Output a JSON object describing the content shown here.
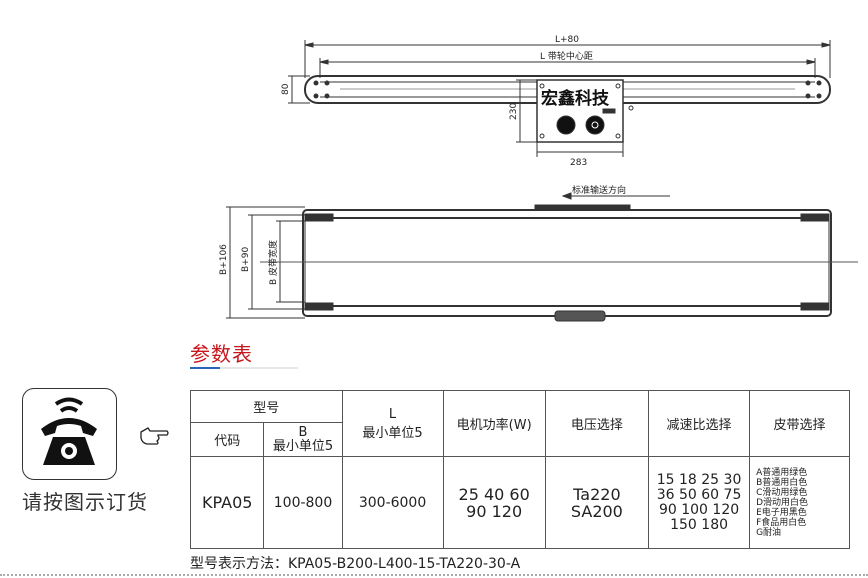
{
  "drawing": {
    "dim_total": "L+80",
    "dim_center": "L 带轮中心距",
    "dim_height_80": "80",
    "dim_230": "230",
    "dim_283": "283",
    "brand": "宏鑫科技",
    "direction": "标准输送方向",
    "dim_b106": "B+106",
    "dim_b90": "B+90",
    "dim_b": "B 皮带宽度"
  },
  "section_title": "参数表",
  "contact": {
    "order_text": "请按图示订货",
    "icon": "telephone-icon",
    "pointer_icon": "pointing-hand-icon"
  },
  "table": {
    "h_model": "型号",
    "h_code": "代码",
    "h_b": "B",
    "h_b_unit": "最小单位5",
    "h_l": "L",
    "h_l_unit": "最小单位5",
    "h_power": "电机功率(W)",
    "h_voltage": "电压选择",
    "h_ratio": "减速比选择",
    "h_belt": "皮带选择",
    "v_code": "KPA05",
    "v_b": "100-800",
    "v_l": "300-6000",
    "v_power": [
      "25 40 60",
      "90 120"
    ],
    "v_voltage": [
      "Ta220",
      "SA200"
    ],
    "v_ratio": [
      "15 18 25 30",
      "36 50 60 75",
      "90 100 120",
      "150 180"
    ],
    "v_belt": [
      "A普通用绿色",
      "B普通用白色",
      "C滑动用绿色",
      "D滑动用白色",
      "E电子用黑色",
      "F食品用白色",
      "G耐油"
    ]
  },
  "model_example": "型号表示方法：KPA05-B200-L400-15-TA220-30-A"
}
